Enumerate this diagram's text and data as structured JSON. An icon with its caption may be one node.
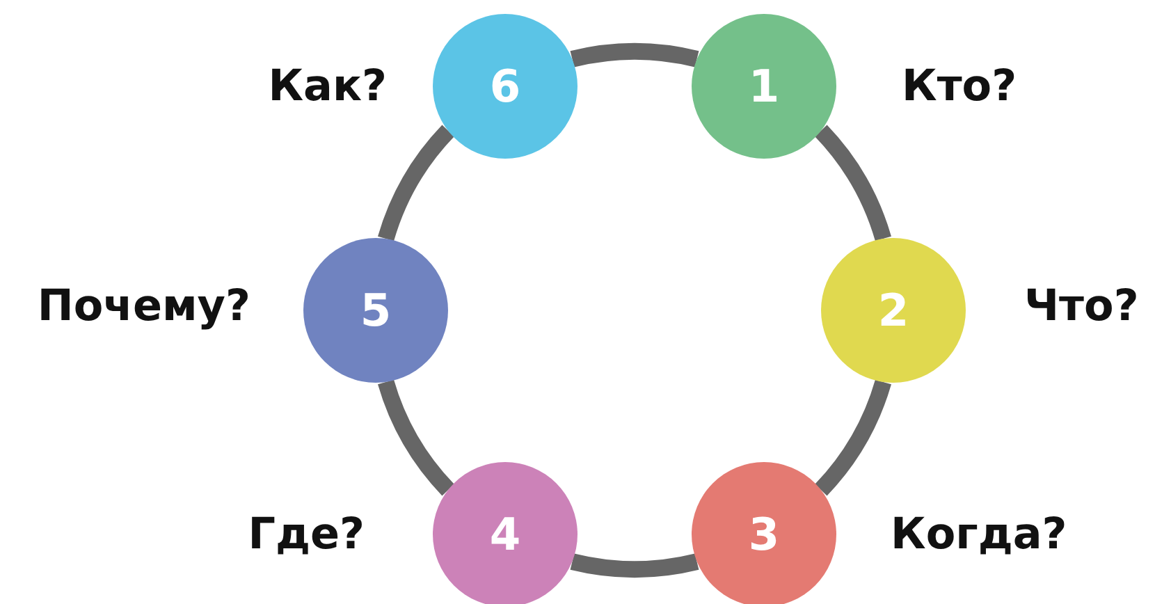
{
  "diagram": {
    "nodes": [
      {
        "text": [
          "1"
        ],
        "beside": [
          "Кто?"
        ]
      },
      {
        "text": [
          "2"
        ],
        "beside": [
          "Что?"
        ]
      },
      {
        "text": [
          "3"
        ],
        "beside": [
          "Когда?"
        ]
      },
      {
        "text": [
          "4"
        ],
        "beside": [
          "Где?"
        ]
      },
      {
        "text": [
          "5"
        ],
        "beside": [
          "Почему?"
        ]
      },
      {
        "text": [
          "6"
        ],
        "beside": [
          "Как?"
        ]
      }
    ],
    "edges": [
      {
        "from": 0,
        "to": 1,
        "arrow": "none"
      },
      {
        "from": 1,
        "to": 2,
        "arrow": "none"
      },
      {
        "from": 2,
        "to": 3,
        "arrow": "none"
      },
      {
        "from": 3,
        "to": 4,
        "arrow": "none"
      },
      {
        "from": 4,
        "to": 5,
        "arrow": "none"
      },
      {
        "from": 5,
        "to": 0,
        "arrow": "none"
      }
    ]
  }
}
